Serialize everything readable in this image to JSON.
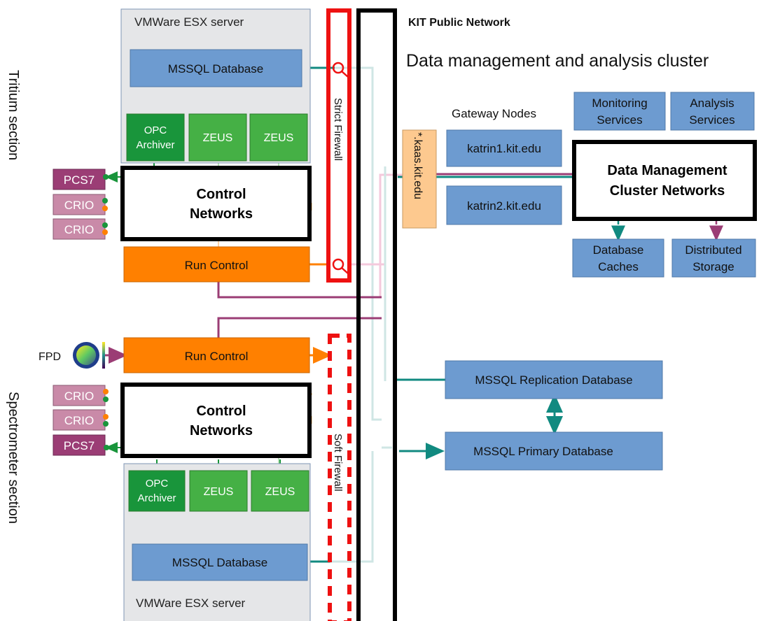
{
  "labels": {
    "tritium_section": "Tritium section",
    "spectrometer_section": "Spectrometer section",
    "kit_public_network": "KIT Public Network",
    "cluster_title": "Data management and analysis cluster",
    "strict_firewall": "Strict Firewall",
    "soft_firewall": "Soft Firewall",
    "kaas": "*.kaas.kit.edu",
    "gateway_nodes": "Gateway Nodes",
    "fpd": "FPD"
  },
  "tritium": {
    "esx_label": "VMWare ESX server",
    "mssql": "MSSQL Database",
    "opc_line1": "OPC",
    "opc_line2": "Archiver",
    "zeus1": "ZEUS",
    "zeus2": "ZEUS",
    "pcs7": "PCS7",
    "crio1": "CRIO",
    "crio2": "CRIO",
    "control_line1": "Control",
    "control_line2": "Networks",
    "run_control": "Run Control"
  },
  "spectrometer": {
    "esx_label": "VMWare ESX server",
    "mssql": "MSSQL Database",
    "opc_line1": "OPC",
    "opc_line2": "Archiver",
    "zeus1": "ZEUS",
    "zeus2": "ZEUS",
    "pcs7": "PCS7",
    "crio1": "CRIO",
    "crio2": "CRIO",
    "control_line1": "Control",
    "control_line2": "Networks",
    "run_control": "Run Control"
  },
  "cluster": {
    "katrin1": "katrin1.kit.edu",
    "katrin2": "katrin2.kit.edu",
    "monitoring_line1": "Monitoring",
    "monitoring_line2": "Services",
    "analysis_line1": "Analysis",
    "analysis_line2": "Services",
    "dm_line1": "Data Management",
    "dm_line2": "Cluster Networks",
    "db_caches_line1": "Database",
    "db_caches_line2": "Caches",
    "dist_storage_line1": "Distributed",
    "dist_storage_line2": "Storage",
    "replication_db": "MSSQL Replication Database",
    "primary_db": "MSSQL Primary Database"
  },
  "colors": {
    "server_bg": "#e5e6e8",
    "db_blue": "#6d9bd0",
    "green_dark": "#19953b",
    "green": "#45b045",
    "orange": "#ff8000",
    "crio_pink": "#c98aa8",
    "pcs7_purple": "#9b3d75",
    "teal": "#118a80",
    "kaas_peach": "#fdc98f",
    "red": "#ee1111"
  }
}
